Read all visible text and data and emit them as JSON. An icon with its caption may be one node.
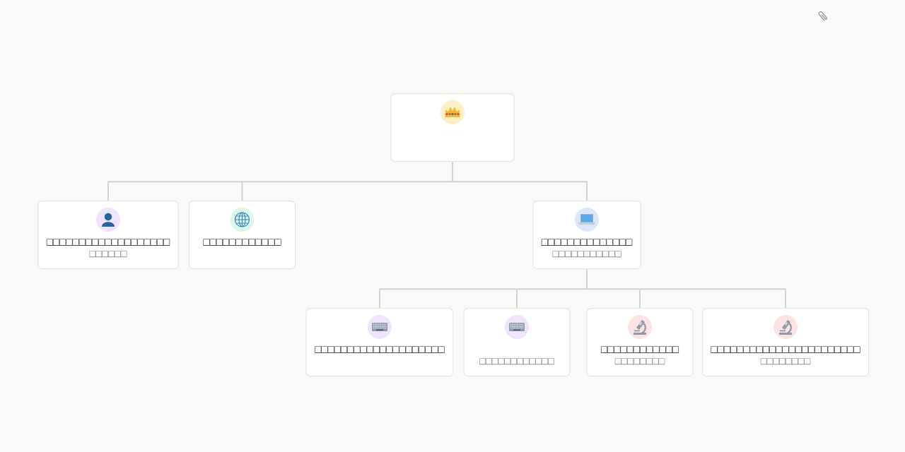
{
  "diagram": {
    "nodes": [
      {
        "text": [],
        "shape": "box"
      },
      {
        "text": [
          "□□□□□□□□□□□□□□□□□□□",
          "□□□□□□"
        ]
      },
      {
        "text": [
          "□□□□□□□□□□□□"
        ]
      },
      {
        "text": [
          "□□□□□□□□□□□□□□",
          "□□□□□□□□□□□"
        ]
      },
      {
        "text": [
          "□□□□□□□□□□□□□□□□□□□□"
        ]
      },
      {
        "text": [
          "□□□□□□□□□□□□"
        ]
      },
      {
        "text": [
          "□□□□□□□□□□□□",
          "□□□□□□□□"
        ]
      },
      {
        "text": [
          "□□□□□□□□□□□□□□□□□□□□□□□",
          "□□□□□□□□"
        ]
      }
    ],
    "edges": [
      {
        "from": 0,
        "to": 1,
        "arrow": "none"
      },
      {
        "from": 0,
        "to": 2,
        "arrow": "none"
      },
      {
        "from": 0,
        "to": 3,
        "arrow": "none"
      },
      {
        "from": 3,
        "to": 4,
        "arrow": "none"
      },
      {
        "from": 3,
        "to": 5,
        "arrow": "none"
      },
      {
        "from": 3,
        "to": 6,
        "arrow": "none"
      },
      {
        "from": 3,
        "to": 7,
        "arrow": "none"
      }
    ]
  }
}
